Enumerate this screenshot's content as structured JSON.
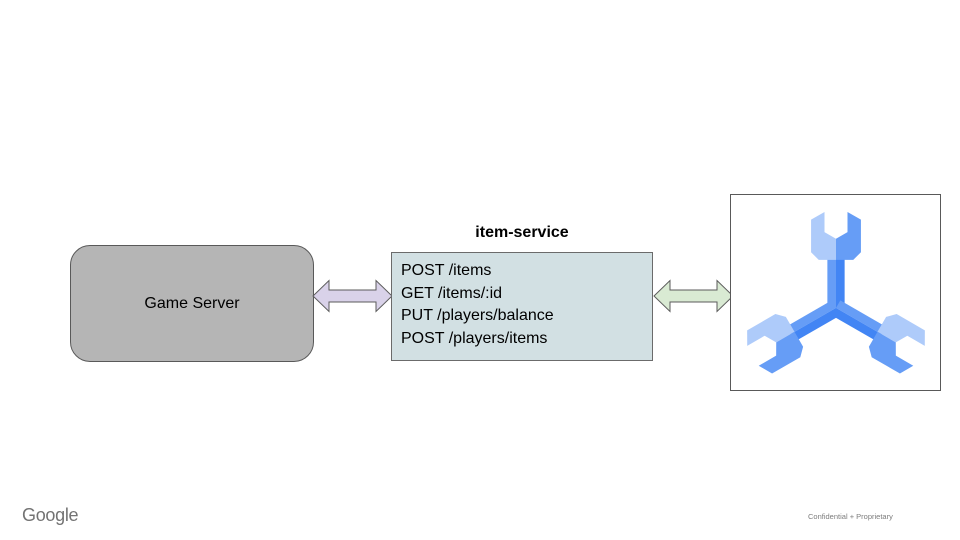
{
  "slide": {
    "background": "#ffffff",
    "footer": {
      "brand": "Google",
      "confidential": "Confidential + Proprietary"
    }
  },
  "diagram": {
    "game_server": {
      "label": "Game Server",
      "fill": "#b5b5b5",
      "border": "#595959"
    },
    "item_service": {
      "title": "item-service",
      "endpoints": [
        "POST /items",
        "GET /items/:id",
        "PUT /players/balance",
        "POST /players/items"
      ],
      "fill": "#d2e0e3",
      "border": "#6b6b6b"
    },
    "arrows": {
      "left": {
        "direction": "bidirectional",
        "fill": "#d9d2e9",
        "stroke": "#5b5b5b"
      },
      "right": {
        "direction": "bidirectional",
        "fill": "#d9ead3",
        "stroke": "#5b5b5b"
      }
    },
    "spanner_icon": {
      "name": "cloud-spanner-icon",
      "colors": {
        "light": "#aecbfa",
        "medium": "#669df6",
        "dark": "#4285f4"
      },
      "box_border": "#595959",
      "box_fill": "#ffffff"
    }
  }
}
